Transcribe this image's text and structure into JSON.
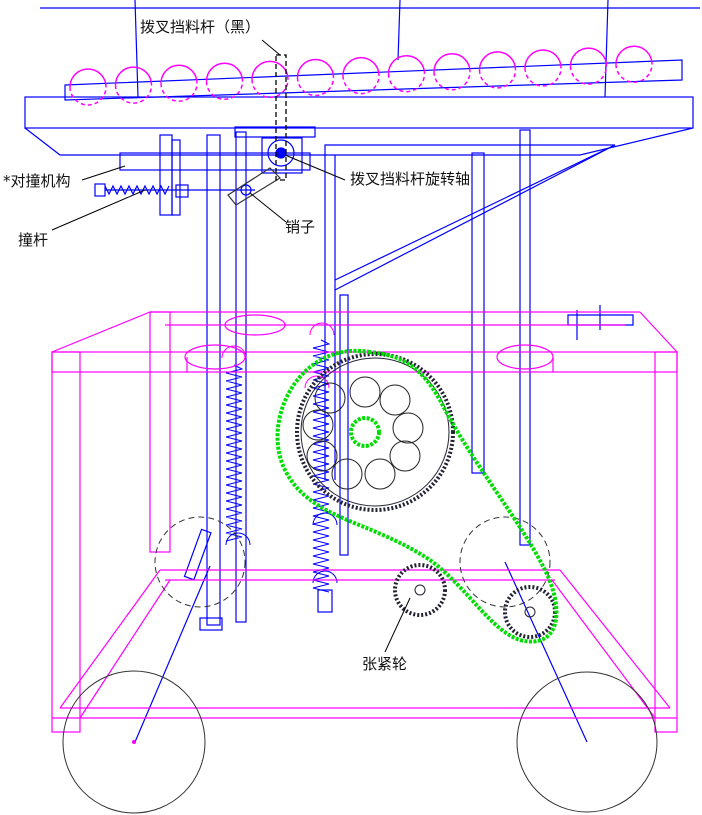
{
  "labels": {
    "fork_rod": "拨叉挡料杆（黑）",
    "collision": "*对撞机构",
    "fork_axis": "拨叉挡料杆旋转轴",
    "pin": "销子",
    "ram": "撞杆",
    "tensioner": "张紧轮"
  },
  "colors": {
    "structure": "#0000ff",
    "frame": "#ff00ff",
    "chain": "#00dd00",
    "leader": "#000000"
  }
}
